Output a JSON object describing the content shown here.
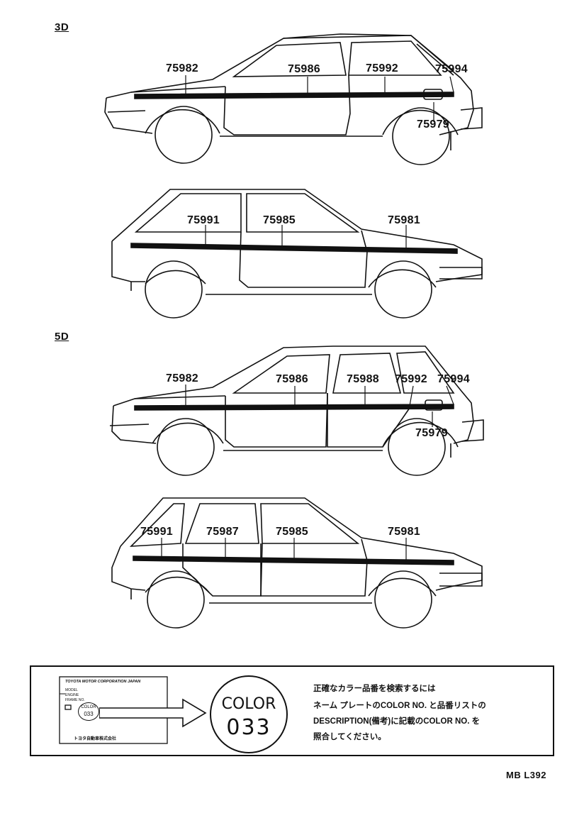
{
  "sections": {
    "three_door": "3D",
    "five_door": "5D"
  },
  "parts": {
    "d3_right": [
      "75982",
      "75986",
      "75992",
      "75994",
      "75979"
    ],
    "d3_left": [
      "75991",
      "75985",
      "75981"
    ],
    "d5_right": [
      "75982",
      "75986",
      "75988",
      "75992",
      "75994",
      "75979"
    ],
    "d5_left": [
      "75991",
      "75987",
      "75985",
      "75981"
    ]
  },
  "note": {
    "plate_header": "TOYOTA MOTOR CORPORATION JAPAN",
    "plate_rows": [
      "MODEL",
      "ENGINE",
      "FRAME NO."
    ],
    "plate_color_word": "COLOR",
    "plate_color_num": "033",
    "plate_footer": "トヨタ自動車株式会社",
    "color_word": "COLOR",
    "color_number": "033",
    "text_lines": [
      "正確なカラー品番を検索するには",
      "ネーム プレートのCOLOR NO. と品番リストの",
      "DESCRIPTION(備考)に記載のCOLOR NO. を",
      "照合してください。"
    ]
  },
  "drawing_code": "MB L392"
}
